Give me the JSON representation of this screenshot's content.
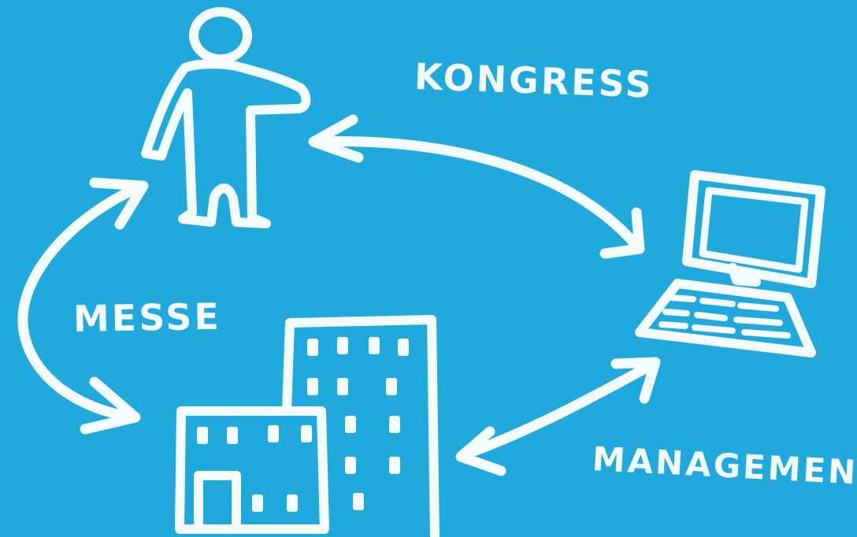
{
  "labels": {
    "kongress": "KONGRESS",
    "messe": "MESSE",
    "management": "MANAGEMENT"
  },
  "colors": {
    "background": "#1fa9dc",
    "chalk": "#f4fbfd"
  },
  "nodes": [
    "person-icon",
    "computer-icon",
    "building-icon"
  ],
  "connections": [
    {
      "from": "person-icon",
      "to": "computer-icon",
      "label": "KONGRESS"
    },
    {
      "from": "person-icon",
      "to": "building-icon",
      "label": "MESSE"
    },
    {
      "from": "building-icon",
      "to": "computer-icon",
      "label": "MANAGEMENT"
    }
  ]
}
